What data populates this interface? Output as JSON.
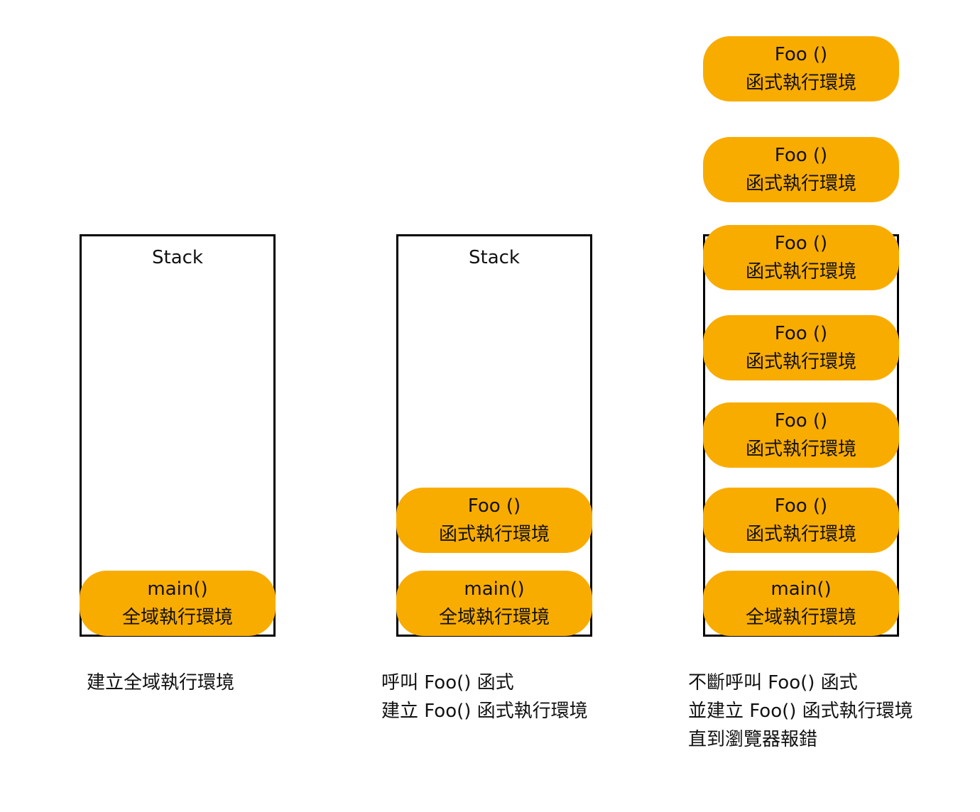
{
  "colors": {
    "frame_fill": "#F9AC00",
    "stack_border": "#000000",
    "background": "#FFFFFF"
  },
  "stack_label": "Stack",
  "frames": {
    "foo": {
      "name": "Foo ()",
      "desc": "函式執行環境"
    },
    "main": {
      "name": "main()",
      "desc": "全域執行環境"
    }
  },
  "captions": {
    "step1": {
      "line1": "建立全域執行環境"
    },
    "step2": {
      "line1": "呼叫 Foo() 函式",
      "line2": "建立 Foo() 函式執行環境"
    },
    "step3": {
      "line1": "不斷呼叫 Foo() 函式",
      "line2": "並建立 Foo() 函式執行環境",
      "line3": "直到瀏覽器報錯"
    }
  }
}
